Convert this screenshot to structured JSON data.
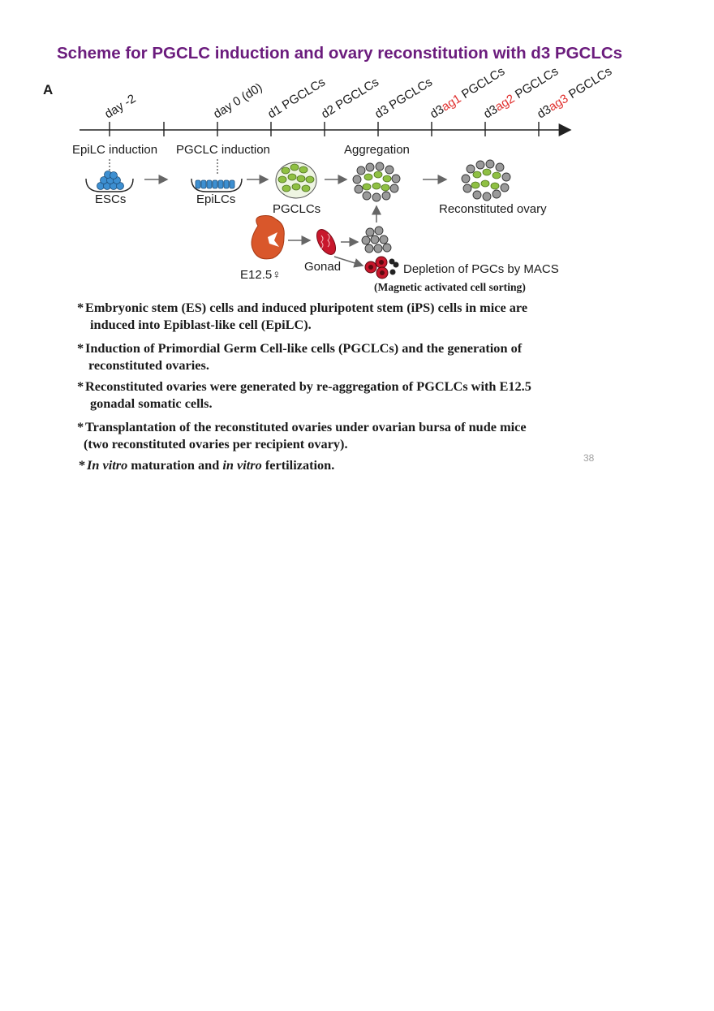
{
  "title": "Scheme for PGCLC induction and ovary reconstitution with d3 PGCLCs",
  "panel_label": "A",
  "timeline": {
    "ticks": [
      {
        "text": "day -2",
        "highlight": ""
      },
      {
        "text": "day 0 (d0)",
        "highlight": ""
      },
      {
        "text": "d1 PGCLCs",
        "highlight": ""
      },
      {
        "text": "d2 PGCLCs",
        "highlight": ""
      },
      {
        "text": "d3 PGCLCs",
        "highlight": ""
      },
      {
        "pre": "d3",
        "highlight": "ag1",
        "post": " PGCLCs"
      },
      {
        "pre": "d3",
        "highlight": "ag2",
        "post": " PGCLCs"
      },
      {
        "pre": "d3",
        "highlight": "ag3",
        "post": " PGCLCs"
      }
    ],
    "highlight_color": "#e0302e",
    "stages": [
      "EpiLC induction",
      "PGCLC induction",
      "Aggregation"
    ]
  },
  "cells": {
    "escs": "ESCs",
    "epilcs": "EpiLCs",
    "pgclcs": "PGCLCs",
    "reconstituted_ovary": "Reconstituted ovary",
    "embryo": "E12.5♀",
    "gonad": "Gonad",
    "depletion": "Depletion of PGCs by MACS",
    "macs_full": "(Magnetic activated cell sorting)"
  },
  "notes": [
    {
      "line1": "Embryonic stem (ES) cells and induced pluripotent stem (iPS) cells in mice are",
      "line2": "induced into Epiblast-like cell (EpiLC)."
    },
    {
      "line1": "Induction of Primordial Germ Cell-like cells (PGCLCs) and the generation of",
      "line2": "reconstituted ovaries."
    },
    {
      "line1": "Reconstituted ovaries were generated by re-aggregation of PGCLCs with E12.5",
      "line2": "gonadal somatic cells."
    },
    {
      "line1": "Transplantation of the reconstituted ovaries under ovarian bursa of nude mice",
      "line2": "(two reconstituted ovaries per recipient ovary)."
    },
    {
      "italic1": "In vitro",
      "mid": " maturation and ",
      "italic2": "in vitro",
      "end": " fertilization."
    }
  ],
  "page_number": "38",
  "colors": {
    "title": "#6b1c7d",
    "esc_blue": "#3d8fd1",
    "pgclc_green": "#8fc043",
    "embryo_red": "#d9572b",
    "macs_red": "#c8172c"
  }
}
